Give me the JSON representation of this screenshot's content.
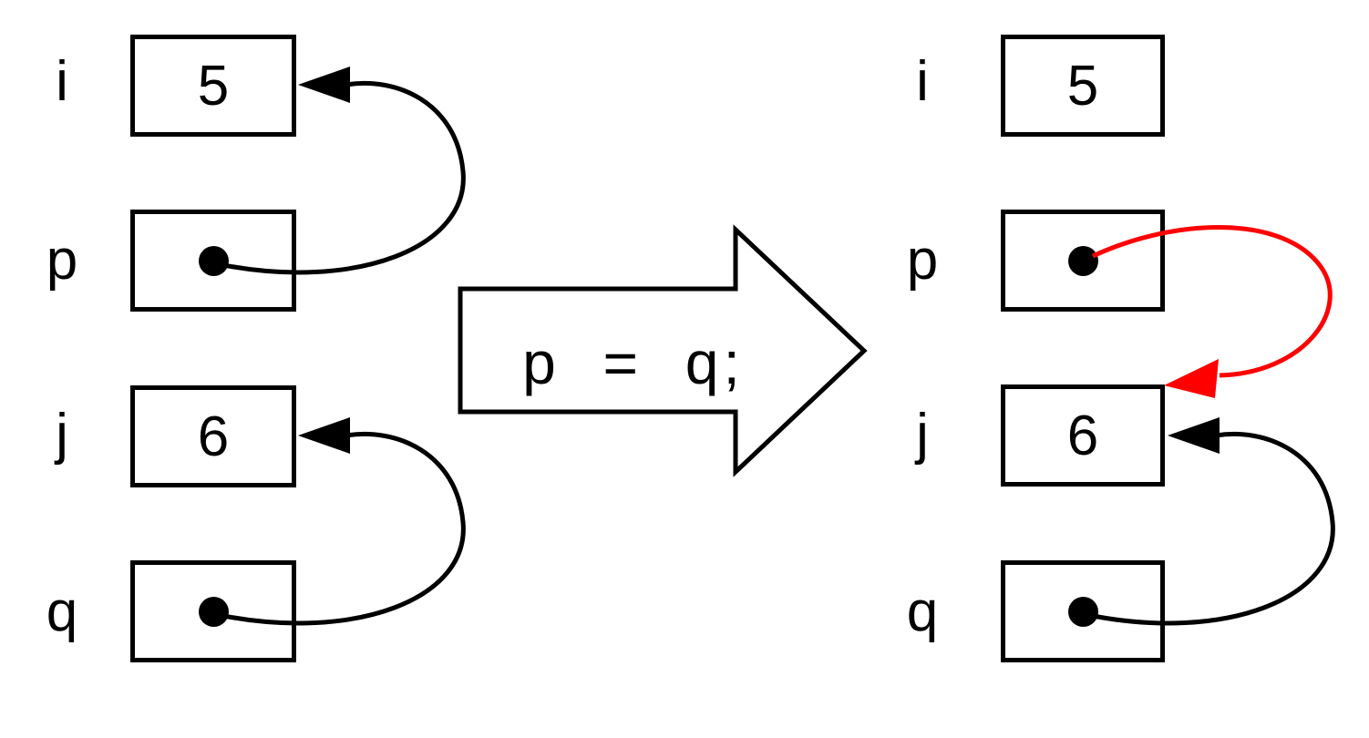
{
  "colors": {
    "line": "#000000",
    "highlight": "#ff0000",
    "background": "#ffffff"
  },
  "statement": {
    "code": "p  =  q;"
  },
  "icons": {
    "pointer_origin": "filled-dot",
    "pointer_target": "triangle-arrowhead"
  },
  "panels": {
    "left": {
      "rows": [
        {
          "label": "i",
          "kind": "value",
          "value": "5"
        },
        {
          "label": "p",
          "kind": "pointer",
          "points_to": "i",
          "color": "#000000"
        },
        {
          "label": "j",
          "kind": "value",
          "value": "6"
        },
        {
          "label": "q",
          "kind": "pointer",
          "points_to": "j",
          "color": "#000000"
        }
      ]
    },
    "right": {
      "rows": [
        {
          "label": "i",
          "kind": "value",
          "value": "5"
        },
        {
          "label": "p",
          "kind": "pointer",
          "points_to": "j",
          "color": "#ff0000"
        },
        {
          "label": "j",
          "kind": "value",
          "value": "6"
        },
        {
          "label": "q",
          "kind": "pointer",
          "points_to": "j",
          "color": "#000000"
        }
      ]
    }
  }
}
